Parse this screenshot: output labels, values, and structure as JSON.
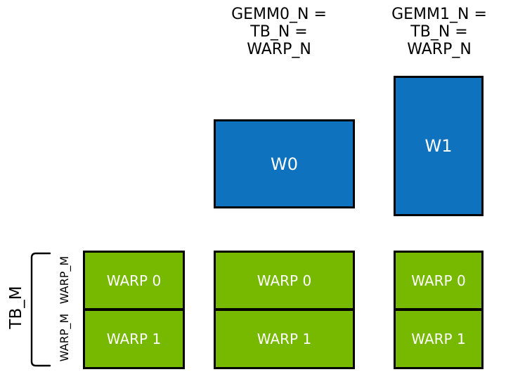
{
  "diagram": {
    "title_semantic": "GEMM warp tiling diagram",
    "colors": {
      "warp_tile_blue": "#0F72BE",
      "warp_tile_green": "#76B900",
      "box_border": "#000000",
      "box_text": "#ffffff",
      "label_text": "#000000",
      "background": "#ffffff"
    },
    "top_labels": {
      "gemm0": "GEMM0_N =\nTB_N =\nWARP_N",
      "gemm1": "GEMM1_N =\nTB_N =\nWARP_N"
    },
    "warp_boxes": {
      "w0": "W0",
      "w1": "W1"
    },
    "left_axis": {
      "tb_label": "TB_M",
      "warp_row_labels": [
        "WARP_M",
        "WARP_M"
      ]
    },
    "tile_columns": [
      {
        "name": "column-0",
        "rows": [
          "WARP 0",
          "WARP 1"
        ]
      },
      {
        "name": "column-1",
        "rows": [
          "WARP 0",
          "WARP 1"
        ]
      },
      {
        "name": "column-2",
        "rows": [
          "WARP 0",
          "WARP 1"
        ]
      }
    ]
  }
}
